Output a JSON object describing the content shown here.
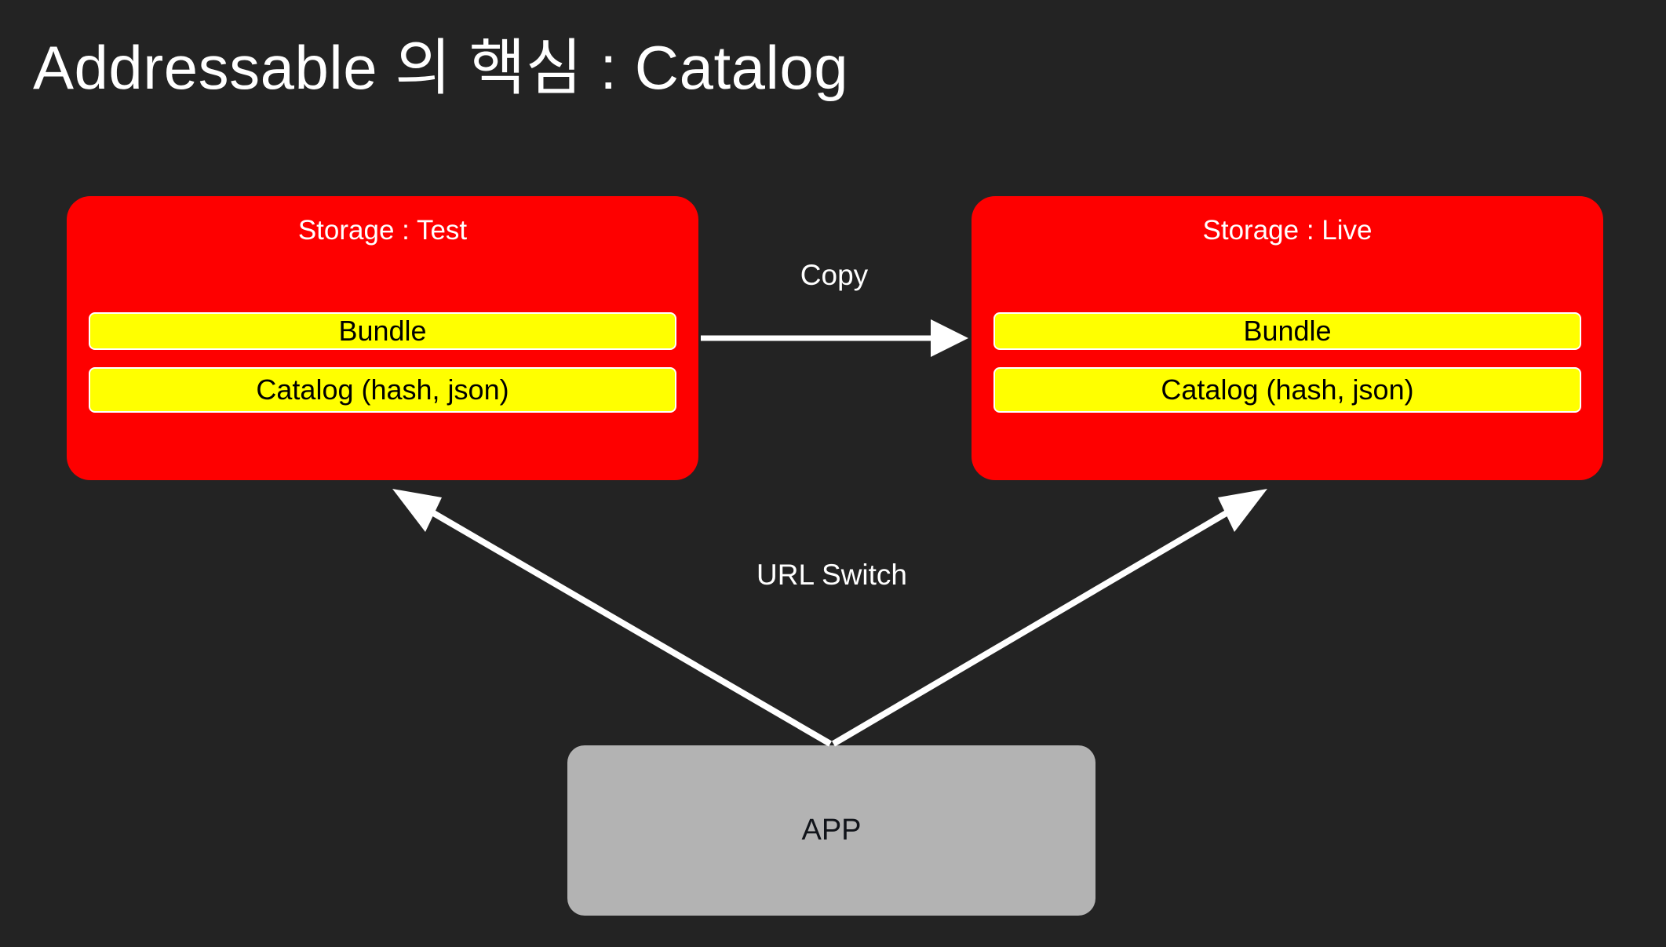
{
  "page": {
    "title": "Addressable 의 핵심 : Catalog",
    "background_color": "#232323"
  },
  "colors": {
    "background": "#232323",
    "storage_box": "#fe0000",
    "asset_bar": "#ffff00",
    "asset_bar_border": "#ffffff",
    "app_box": "#b3b3b3",
    "arrow": "#ffffff",
    "title_text": "#ffffff",
    "bar_text": "#000000",
    "app_text": "#11141a"
  },
  "diagram": {
    "nodes": [
      {
        "id": "storage-test",
        "title": "Storage : Test",
        "items": [
          {
            "label": "Bundle"
          },
          {
            "label": "Catalog (hash, json)"
          }
        ]
      },
      {
        "id": "storage-live",
        "title": "Storage : Live",
        "items": [
          {
            "label": "Bundle"
          },
          {
            "label": "Catalog (hash, json)"
          }
        ]
      },
      {
        "id": "app",
        "title": "APP"
      }
    ],
    "edges": [
      {
        "id": "copy-edge",
        "label": "Copy",
        "from": "storage-test",
        "to": "storage-live",
        "direction": "right",
        "arrowheads": "end"
      },
      {
        "id": "url-switch-edge",
        "label": "URL Switch",
        "from": "app",
        "to": [
          "storage-test",
          "storage-live"
        ],
        "direction": "up-both",
        "arrowheads": "end"
      }
    ]
  }
}
